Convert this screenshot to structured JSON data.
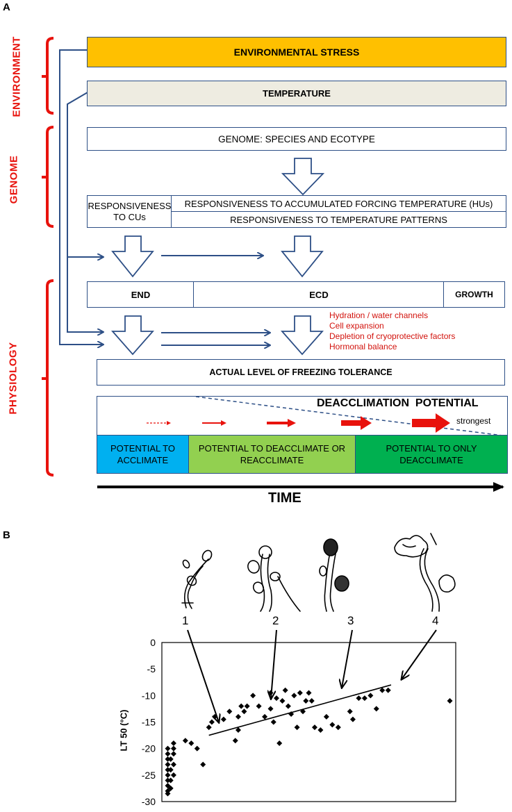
{
  "panel_a": {
    "letter": "A",
    "side_labels": {
      "environment": "ENVIRONMENT",
      "genome": "GENOME",
      "physiology": "PHYSIOLOGY"
    },
    "environmental_stress": "ENVIRONMENTAL STRESS",
    "temperature": "TEMPERATURE",
    "genome_box": "GENOME: SPECIES AND ECOTYPE",
    "responsiveness_cus": "RESPONSIVENESS TO CUs",
    "responsiveness_hus": "RESPONSIVENESS TO ACCUMULATED FORCING TEMPERATURE (HUs)",
    "responsiveness_patterns": "RESPONSIVENESS TO TEMPERATURE PATTERNS",
    "stages": {
      "end": "END",
      "ecd": "ECD",
      "growth": "GROWTH"
    },
    "ecd_factors": [
      "Hydration / water channels",
      "Cell expansion",
      "Depletion of cryoprotective factors",
      "Hormonal balance"
    ],
    "freezing_tolerance": "ACTUAL LEVEL OF FREEZING TOLERANCE",
    "deacclimation_title": "DEACCLIMATION  POTENTIAL",
    "deacclimation_strongest": "strongest",
    "potentials": [
      {
        "label": "POTENTIAL TO ACCLIMATE",
        "color": "#00b0f0"
      },
      {
        "label": "POTENTIAL TO DEACCLIMATE OR REACCLIMATE",
        "color": "#92d050"
      },
      {
        "label": "POTENTIAL TO ONLY DEACCLIMATE",
        "color": "#00b050"
      }
    ],
    "time_label": "TIME",
    "colors": {
      "stress_fill": "#ffc000",
      "temperature_fill": "#eeece1",
      "box_border": "#2d4f86",
      "bracket_red": "#e8120c"
    }
  },
  "panel_b": {
    "letter": "B",
    "bud_numbers": [
      "1",
      "2",
      "3",
      "4"
    ],
    "chart_data": {
      "type": "scatter",
      "ylabel": "LT 50 (°C)",
      "ylim": [
        -30,
        0
      ],
      "yticks": [
        "0",
        "-5",
        "-10",
        "-15",
        "-20",
        "-25",
        "-30"
      ],
      "xlabel": "",
      "grid": false,
      "trendline": {
        "x": [
          1,
          100
        ],
        "y": [
          -17.5,
          -8
        ]
      },
      "points": [
        [
          2,
          -20
        ],
        [
          2,
          -21
        ],
        [
          2,
          -22
        ],
        [
          2,
          -23
        ],
        [
          2,
          -24
        ],
        [
          2,
          -25
        ],
        [
          2,
          -26
        ],
        [
          2,
          -27
        ],
        [
          2,
          -28
        ],
        [
          2,
          -28.5
        ],
        [
          3,
          -22
        ],
        [
          3,
          -24
        ],
        [
          3,
          -26
        ],
        [
          3,
          -27.5
        ],
        [
          4,
          -19
        ],
        [
          4,
          -20
        ],
        [
          4,
          -21
        ],
        [
          4,
          -23
        ],
        [
          4,
          -25
        ],
        [
          8,
          -18.5
        ],
        [
          10,
          -19
        ],
        [
          12,
          -20
        ],
        [
          14,
          -23
        ],
        [
          16,
          -16
        ],
        [
          17,
          -15
        ],
        [
          18,
          -14
        ],
        [
          21,
          -14.5
        ],
        [
          23,
          -13
        ],
        [
          25,
          -18.5
        ],
        [
          26,
          -16.5
        ],
        [
          26,
          -14
        ],
        [
          27,
          -12
        ],
        [
          28,
          -13
        ],
        [
          29,
          -12
        ],
        [
          31,
          -10
        ],
        [
          33,
          -12
        ],
        [
          35,
          -14
        ],
        [
          37,
          -9.5
        ],
        [
          37,
          -12.5
        ],
        [
          38,
          -15
        ],
        [
          39,
          -10.5
        ],
        [
          40,
          -19
        ],
        [
          41,
          -11
        ],
        [
          42,
          -9
        ],
        [
          43,
          -12
        ],
        [
          44,
          -13.5
        ],
        [
          45,
          -10
        ],
        [
          46,
          -16
        ],
        [
          47,
          -9.5
        ],
        [
          48,
          -13
        ],
        [
          49,
          -11
        ],
        [
          50,
          -9.5
        ],
        [
          51,
          -11
        ],
        [
          52,
          -16
        ],
        [
          54,
          -16.5
        ],
        [
          56,
          -14
        ],
        [
          58,
          -15.5
        ],
        [
          60,
          -16
        ],
        [
          64,
          -13
        ],
        [
          65,
          -14.5
        ],
        [
          67,
          -10.5
        ],
        [
          69,
          -10.5
        ],
        [
          71,
          -10
        ],
        [
          73,
          -12.5
        ],
        [
          75,
          -9
        ],
        [
          77,
          -9
        ],
        [
          98,
          -11
        ]
      ]
    }
  }
}
